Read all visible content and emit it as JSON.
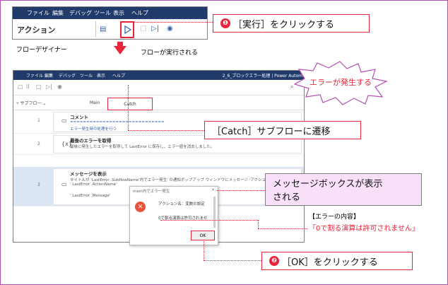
{
  "designer": {
    "menu": [
      "ファイル",
      "編集",
      "デバッグ",
      "ツール",
      "表示",
      "ヘルプ"
    ],
    "title": "アクション",
    "caption": "フローデザイナー"
  },
  "flow_run_label": "フローが実行される",
  "callouts": {
    "run": {
      "num": "❶",
      "text": "［実行］をクリックする"
    },
    "catch": {
      "text": "［Catch］サブフローに遷移"
    },
    "msgbox": {
      "line1": "メッセージボックスが表示",
      "line2": "される"
    },
    "ok": {
      "num": "❷",
      "text": "［OK］をクリックする"
    },
    "error_burst": "エラーが発生する"
  },
  "error_info": {
    "title": "【エラーの内容】",
    "text": "「0で割る演算は許可されません」"
  },
  "app": {
    "menu": [
      "ファイル",
      "編集",
      "デバッグ",
      "ツール",
      "表示",
      "ヘルプ"
    ],
    "window_title": "2_6_ブロックエラー処理 | Power Autom",
    "subflow_label": "サブフロー",
    "tabs": {
      "main": "Main",
      "catch": "Catch"
    },
    "rows": [
      {
        "num": "1",
        "title": "コメント",
        "desc": "=============================",
        "desc2": "エラー発生時の処理を行う"
      },
      {
        "num": "2",
        "title": "最後のエラーを取得",
        "desc": "最後に発生したエラーを取得して LastError に保存し、エラー値を消去しました。",
        "desc2": ""
      },
      {
        "num": "3",
        "title": "メッセージを表示",
        "desc": "タイトルが 'LastError .SubflowName'内でエラー発生' の通知ポップアップ ウィンドウにメッセージ 'アクション名：'",
        "desc2": "' LastError .ActionName'"
      },
      {
        "num": "",
        "title": "",
        "desc": "' LastError .Message'",
        "desc2": ""
      }
    ]
  },
  "dialog": {
    "title": "main内でエラー発生",
    "line1": "アクション名：変数の設定",
    "line2": "0で割る演算は許可されませ",
    "ok": "OK"
  }
}
